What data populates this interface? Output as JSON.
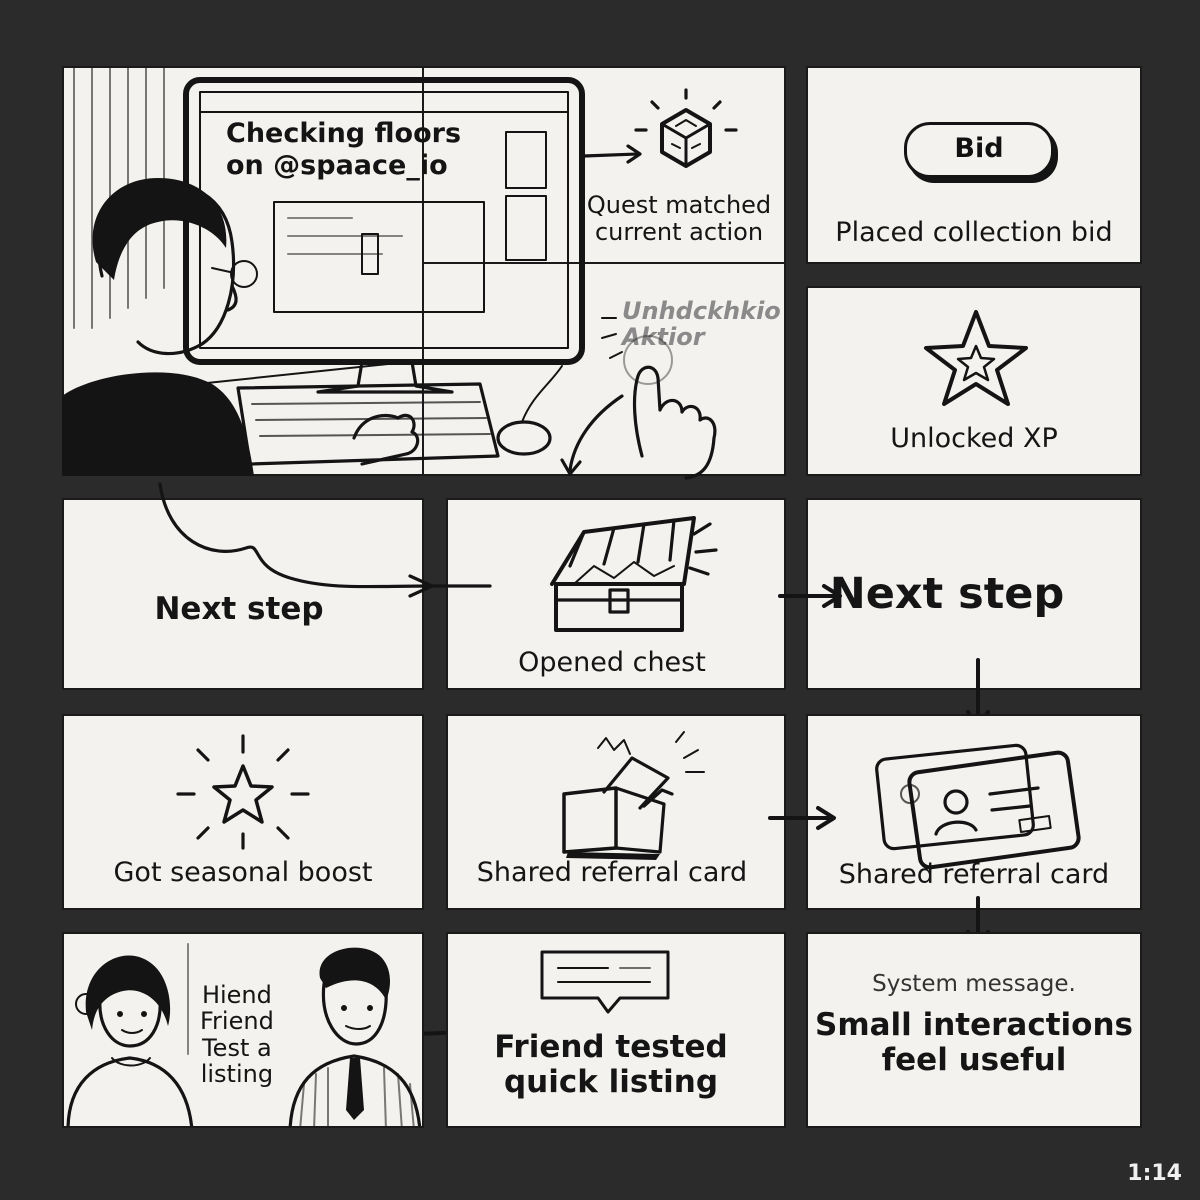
{
  "panels": {
    "p1": {
      "screen_text": "Checking floors\non @spaace_io"
    },
    "p2": {
      "caption": "Quest matched\ncurrent action"
    },
    "p3": {
      "button_label": "Bid",
      "caption": "Placed collection bid"
    },
    "p4": {
      "faded_text": "Unhdckhkio\nAktior"
    },
    "p5": {
      "caption": "Unlocked XP"
    },
    "p6": {
      "caption": "Next step"
    },
    "p7": {
      "caption": "Opened chest"
    },
    "p8": {
      "caption": "Next step"
    },
    "p9": {
      "caption": "Got seasonal boost"
    },
    "p10": {
      "caption": "Shared referral card"
    },
    "p11": {
      "caption": "Shared referral card"
    },
    "p12": {
      "sign_text": "Hiend\nFriend\nTest a\nlisting"
    },
    "p13": {
      "caption": "Friend tested\nquick listing"
    },
    "p14": {
      "system_label": "System message.",
      "headline": "Small interactions\nfeel useful"
    }
  },
  "page_number": "1:14",
  "colors": {
    "background": "#2b2b2b",
    "panel": "#f4f2ee",
    "ink": "#141414"
  }
}
